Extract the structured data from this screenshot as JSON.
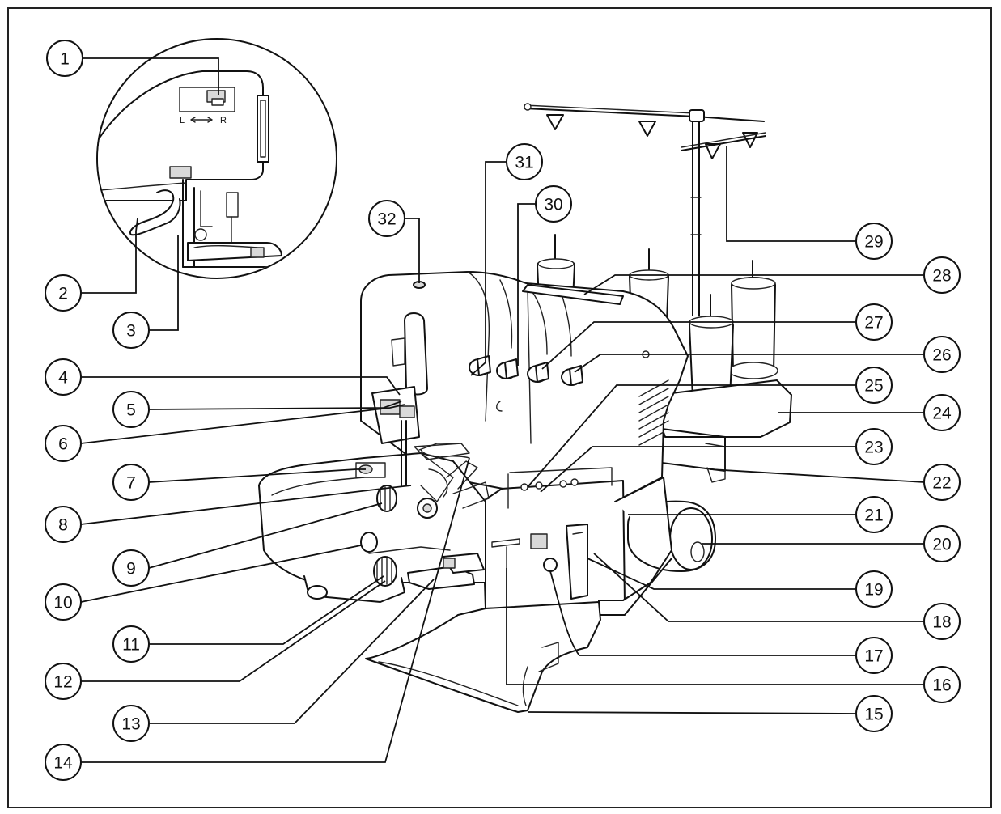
{
  "inset": {
    "left_label": "L",
    "right_label": "R"
  },
  "callouts": [
    {
      "n": "1"
    },
    {
      "n": "2"
    },
    {
      "n": "3"
    },
    {
      "n": "4"
    },
    {
      "n": "5"
    },
    {
      "n": "6"
    },
    {
      "n": "7"
    },
    {
      "n": "8"
    },
    {
      "n": "9"
    },
    {
      "n": "10"
    },
    {
      "n": "11"
    },
    {
      "n": "12"
    },
    {
      "n": "13"
    },
    {
      "n": "14"
    },
    {
      "n": "15"
    },
    {
      "n": "16"
    },
    {
      "n": "17"
    },
    {
      "n": "18"
    },
    {
      "n": "19"
    },
    {
      "n": "20"
    },
    {
      "n": "21"
    },
    {
      "n": "22"
    },
    {
      "n": "23"
    },
    {
      "n": "24"
    },
    {
      "n": "25"
    },
    {
      "n": "26"
    },
    {
      "n": "27"
    },
    {
      "n": "28"
    },
    {
      "n": "29"
    },
    {
      "n": "30"
    },
    {
      "n": "31"
    },
    {
      "n": "32"
    }
  ]
}
